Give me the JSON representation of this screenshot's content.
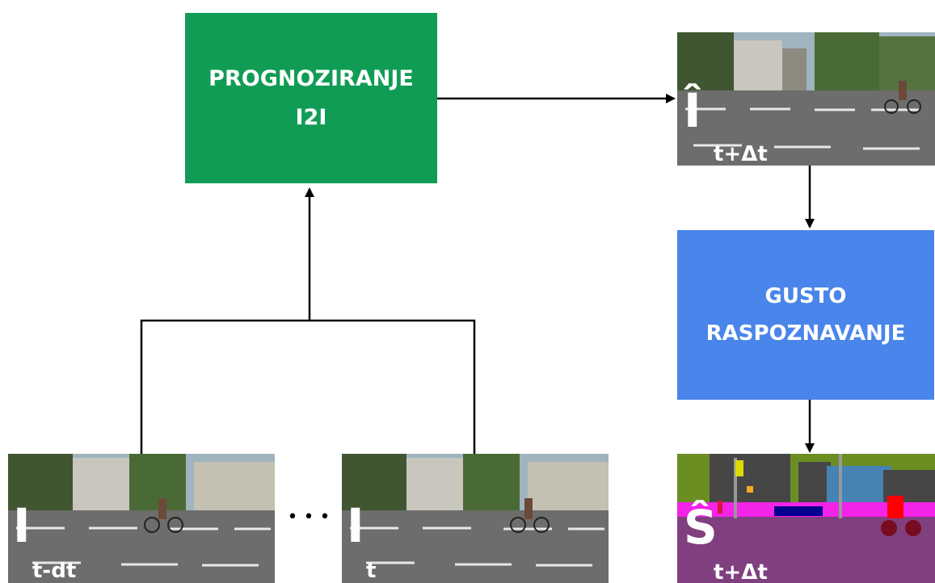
{
  "colors": {
    "forecast_box": "#119C55",
    "recognition_box": "#4985EA",
    "connector": "#000000",
    "label_text": "#FFFFFF"
  },
  "forecast_block": {
    "line1": "PROGNOZIRANJE",
    "line2": "I2I"
  },
  "recognition_block": {
    "line1": "GUSTO",
    "line2": "RASPOZNAVANJE"
  },
  "inputs": [
    {
      "symbol": "I",
      "subscript": "t-dt"
    },
    {
      "symbol": "I",
      "subscript": "t"
    }
  ],
  "ellipsis": "• • •",
  "forecast_frame": {
    "symbol": "Î",
    "subscript": "t+Δt"
  },
  "segmentation_frame": {
    "symbol": "Ŝ",
    "subscript": "t+Δt"
  }
}
